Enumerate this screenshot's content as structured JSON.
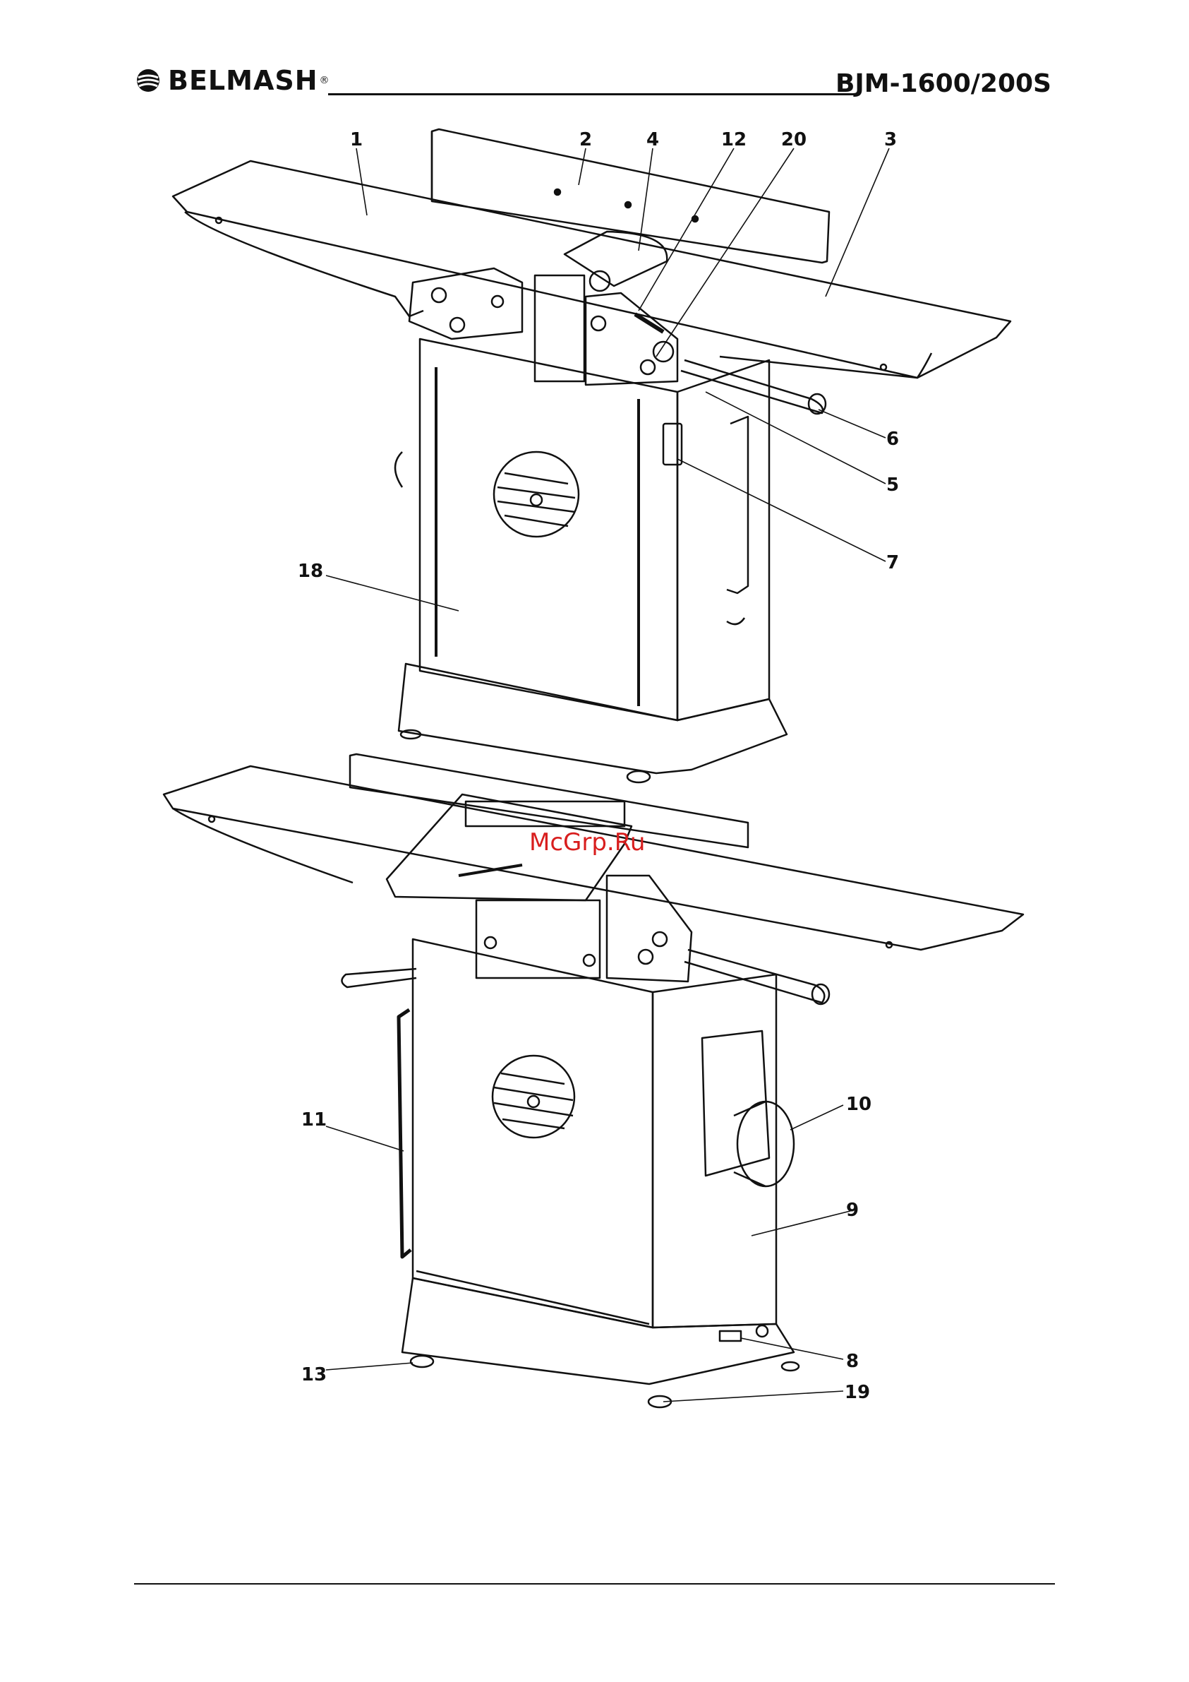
{
  "header": {
    "brand": "BELMASH",
    "registered_mark": "®",
    "model": "BJM-1600/200S"
  },
  "watermark": "McGrp.Ru",
  "callouts_top": [
    "1",
    "2",
    "4",
    "12",
    "20",
    "3",
    "6",
    "5",
    "7",
    "18"
  ],
  "callouts_bottom": [
    "10",
    "9",
    "11",
    "8",
    "13",
    "19"
  ],
  "icons": [
    "logo-icon"
  ]
}
